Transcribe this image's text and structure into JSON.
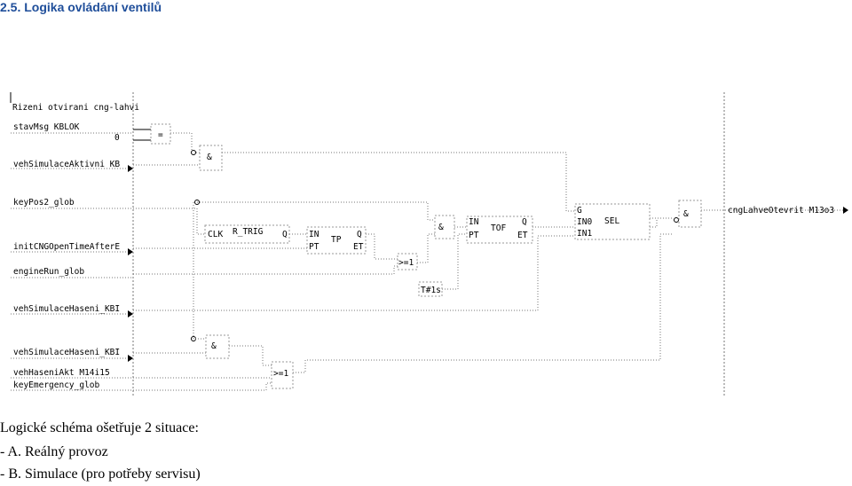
{
  "section_title": "2.5. Logika ovládání ventilů",
  "diagram": {
    "header": "Rizeni otvirani cng-lahvi",
    "constant_zero": "0",
    "inputs": {
      "stavmsg": "stavMsg KBLOK",
      "vehsimulace_aktivni": "vehSimulaceAktivni KB",
      "keypos2": "keyPos2_glob",
      "initcng": "initCNGOpenTimeAfterE",
      "enginerun": "engineRun_glob",
      "vehsimulace_haseni": "vehSimulaceHaseni_KBI",
      "vehsimulace_haseni_2": "vehSimulaceHaseni_KBI",
      "vehhaseni_akt": "vehHaseniAkt M14i15",
      "keyemergency": "keyEmergency_glob"
    },
    "output": "cngLahveOtevrit M13o3",
    "blocks": {
      "eq": "=",
      "and1": "&",
      "rtrig": "R_TRIG",
      "rtrig_clk": "CLK",
      "rtrig_q": "Q",
      "tp": "TP",
      "tp_in": "IN",
      "tp_pt": "PT",
      "tp_q": "Q",
      "tp_et": "ET",
      "or1": ">=1",
      "and2": "&",
      "tof": "TOF",
      "tof_in": "IN",
      "tof_pt": "PT",
      "tof_q": "Q",
      "tof_et": "ET",
      "tof_const": "T#1s",
      "sel": "SEL",
      "sel_g": "G",
      "sel_in0": "IN0",
      "sel_in1": "IN1",
      "and3": "&",
      "and4": "&",
      "or2": ">=1"
    }
  },
  "description": {
    "line1": "Logické schéma ošetřuje 2 situace:",
    "line2": "- A. Reálný provoz",
    "line3": "- B. Simulace (pro potřeby servisu)"
  }
}
